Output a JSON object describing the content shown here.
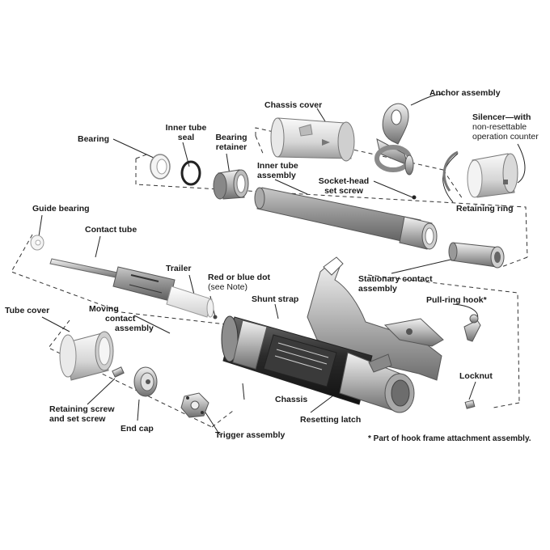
{
  "labels": {
    "anchor_assembly": "Anchor assembly",
    "chassis_cover": "Chassis cover",
    "silencer_1": "Silencer—with",
    "silencer_2": "non-resettable",
    "silencer_3": "operation counter",
    "bearing": "Bearing",
    "inner_tube_seal_1": "Inner tube",
    "inner_tube_seal_2": "seal",
    "bearing_retainer_1": "Bearing",
    "bearing_retainer_2": "retainer",
    "inner_tube_assembly_1": "Inner tube",
    "inner_tube_assembly_2": "assembly",
    "socket_head_1": "Socket-head",
    "socket_head_2": "set screw",
    "retaining_ring": "Retaining ring",
    "guide_bearing": "Guide bearing",
    "contact_tube": "Contact tube",
    "trailer": "Trailer",
    "red_blue_dot_1": "Red or blue dot",
    "red_blue_dot_2": "(see Note)",
    "stationary_contact_1": "Stationary contact",
    "stationary_contact_2": "assembly",
    "shunt_strap": "Shunt strap",
    "pull_ring_hook": "Pull-ring hook*",
    "tube_cover": "Tube cover",
    "moving_contact_1": "Moving",
    "moving_contact_2": "contact",
    "moving_contact_3": "assembly",
    "locknut": "Locknut",
    "chassis": "Chassis",
    "retaining_screw_1": "Retaining screw",
    "retaining_screw_2": "and set screw",
    "end_cap": "End cap",
    "resetting_latch": "Resetting latch",
    "trigger_assembly": "Trigger assembly"
  },
  "footnote": "*  Part of hook frame attachment assembly."
}
